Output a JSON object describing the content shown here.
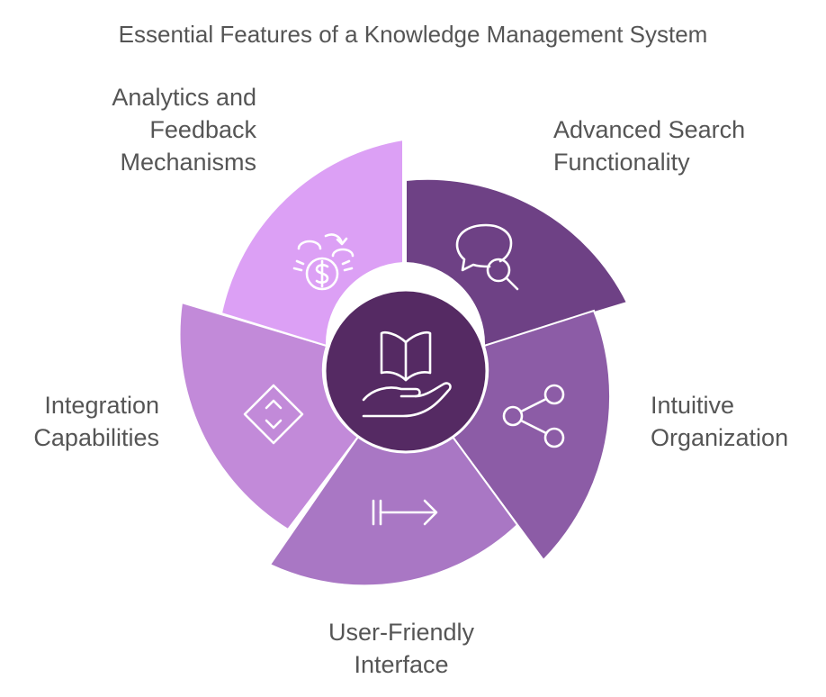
{
  "title": "Essential Features of a Knowledge Management System",
  "center": {
    "icon": "book-in-hand-icon",
    "color": "#552a63"
  },
  "segments": [
    {
      "key": "search",
      "lines": [
        "Advanced Search",
        "Functionality"
      ],
      "icon": "search-chat-icon",
      "color": "#6e4185"
    },
    {
      "key": "organization",
      "lines": [
        "Intuitive",
        "Organization"
      ],
      "icon": "share-nodes-icon",
      "color": "#8c5ca6"
    },
    {
      "key": "interface",
      "lines": [
        "User-Friendly",
        "Interface"
      ],
      "icon": "arrow-right-to-bar-icon",
      "color": "#a977c4"
    },
    {
      "key": "integration",
      "lines": [
        "Integration",
        "Capabilities"
      ],
      "icon": "diamond-chevrons-icon",
      "color": "#c28ad9"
    },
    {
      "key": "analytics",
      "lines": [
        "Analytics and",
        "Feedback",
        "Mechanisms"
      ],
      "icon": "coin-cycle-icon",
      "color": "#dca0f5"
    }
  ]
}
